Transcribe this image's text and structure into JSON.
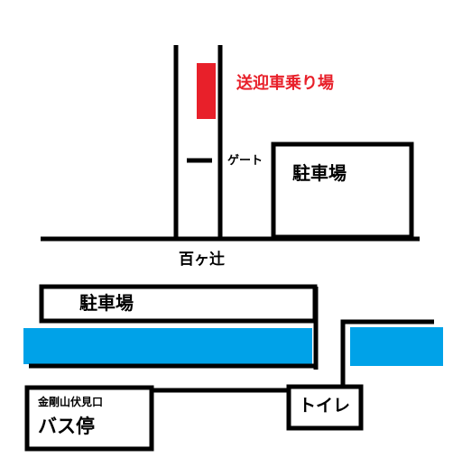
{
  "labels": {
    "pickup": "送迎車乗り場",
    "gate": "ゲート",
    "parking_top": "駐車場",
    "junction": "百ヶ辻",
    "parking_bottom": "駐車場",
    "bus_stop_name": "金剛山伏見口",
    "bus_stop": "バス停",
    "toilet": "トイレ"
  },
  "colors": {
    "pickup": "#e8202a",
    "water": "#00a2e8",
    "line": "#000000",
    "background": "#ffffff"
  }
}
